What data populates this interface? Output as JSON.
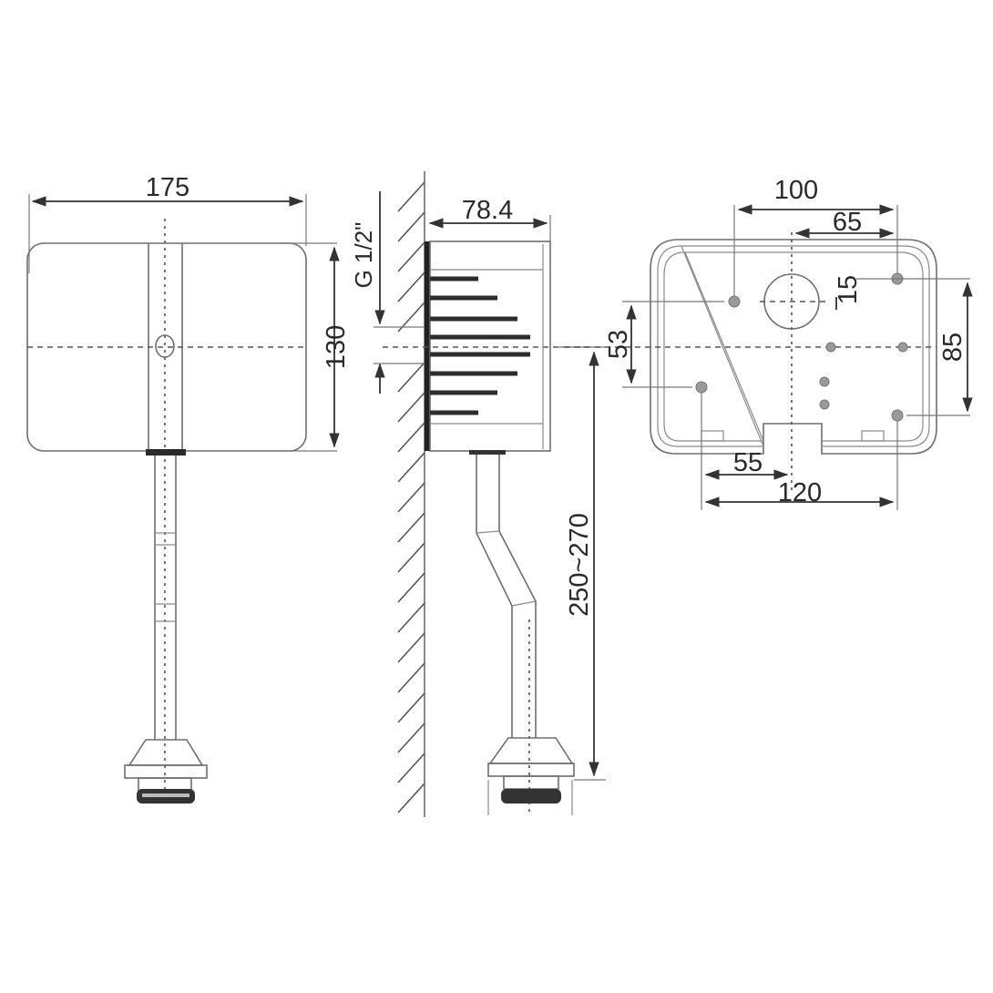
{
  "drawing": {
    "title": "Concealed urinal flush valve technical drawing",
    "views": {
      "front": {
        "width_label": "175",
        "height_label": "130"
      },
      "side": {
        "depth_label": "78.4",
        "thread_label": "G 1/2\"",
        "height_range_label": "250~270"
      },
      "mounting": {
        "hole_span_label": "100",
        "offset_right_label": "65",
        "small_offset_label": "15",
        "vertical_offset_label": "53",
        "vertical_span_label": "85",
        "bottom_offset_label": "55",
        "bottom_span_label": "120"
      }
    },
    "colors": {
      "line": "#6e6e6e",
      "dimension": "#333333",
      "text": "#2a2a2a",
      "background": "#ffffff"
    }
  }
}
